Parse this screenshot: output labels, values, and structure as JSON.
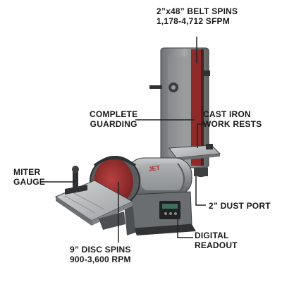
{
  "callouts": {
    "belt": {
      "line1": "2”x48” BELT SPINS",
      "line2": "1,178-4,712 SFPM"
    },
    "guarding": {
      "line1": "COMPLETE",
      "line2": "GUARDING"
    },
    "cast": {
      "line1": "CAST IRON",
      "line2": "WORK RESTS"
    },
    "miter": {
      "line1": "MITER",
      "line2": "GAUGE"
    },
    "dust": {
      "line1": "2” DUST PORT"
    },
    "disc": {
      "line1": "9” DISC SPINS",
      "line2": "900-3,600 RPM"
    },
    "digital": {
      "line1": "DIGITAL",
      "line2": "READOUT"
    }
  },
  "product": {
    "brand_mark": "JET"
  },
  "colors": {
    "belt_red": "#8e2a2a",
    "disc_red": "#a33232",
    "housing_gray": "#7b7e80",
    "dark_metal": "#2f3133",
    "table_gray": "#b8babb",
    "leader_line": "#222222"
  }
}
